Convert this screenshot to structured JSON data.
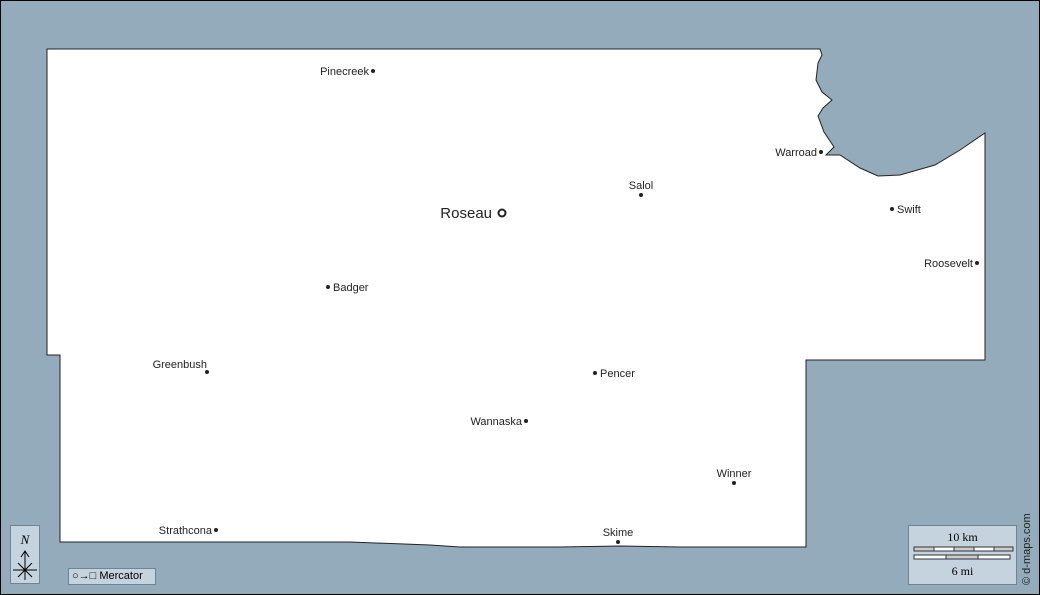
{
  "map": {
    "county_seat": "Roseau",
    "towns": [
      "Pinecreek",
      "Warroad",
      "Salol",
      "Swift",
      "Roosevelt",
      "Badger",
      "Greenbush",
      "Pencer",
      "Wannaska",
      "Winner",
      "Strathcona",
      "Skime"
    ]
  },
  "compass": {
    "label": "N"
  },
  "projection": {
    "label": "Mercator",
    "icon": "circle-to-square-icon"
  },
  "scale": {
    "km_label": "10 km",
    "mi_label": "6 mi"
  },
  "credit": "© d-maps.com",
  "colors": {
    "water": "#94abbb",
    "land": "#ffffff",
    "panel": "#c4d3dd"
  }
}
